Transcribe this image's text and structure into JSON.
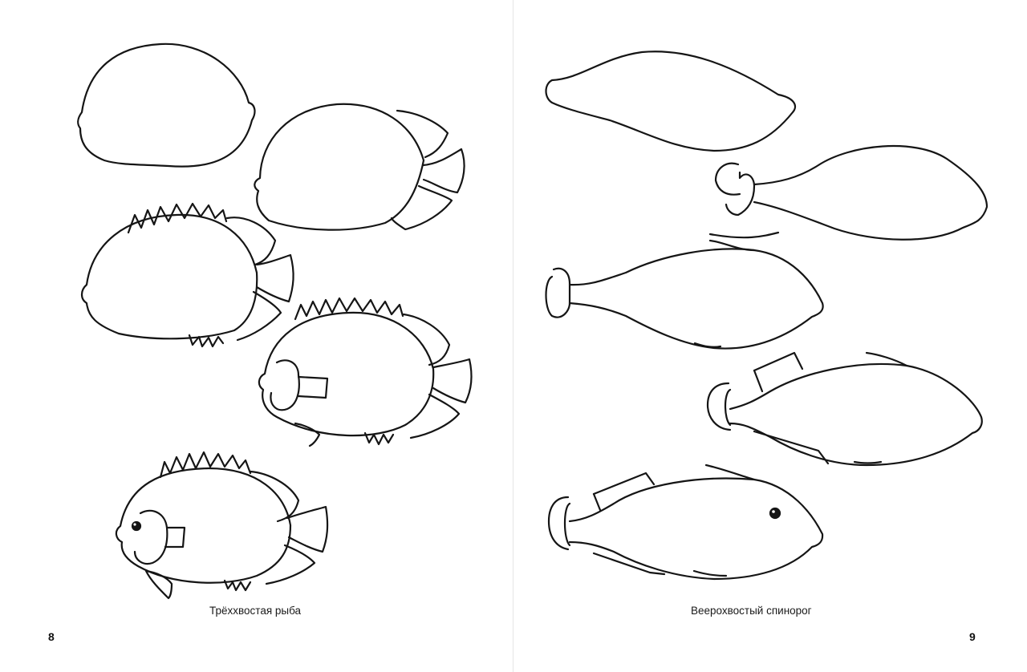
{
  "left_page": {
    "caption": "Трёххвостая рыба",
    "page_number": "8"
  },
  "right_page": {
    "caption": "Веерохвостый спинорог",
    "page_number": "9"
  },
  "illustration": {
    "stroke_color": "#151515",
    "background": "#ffffff"
  }
}
